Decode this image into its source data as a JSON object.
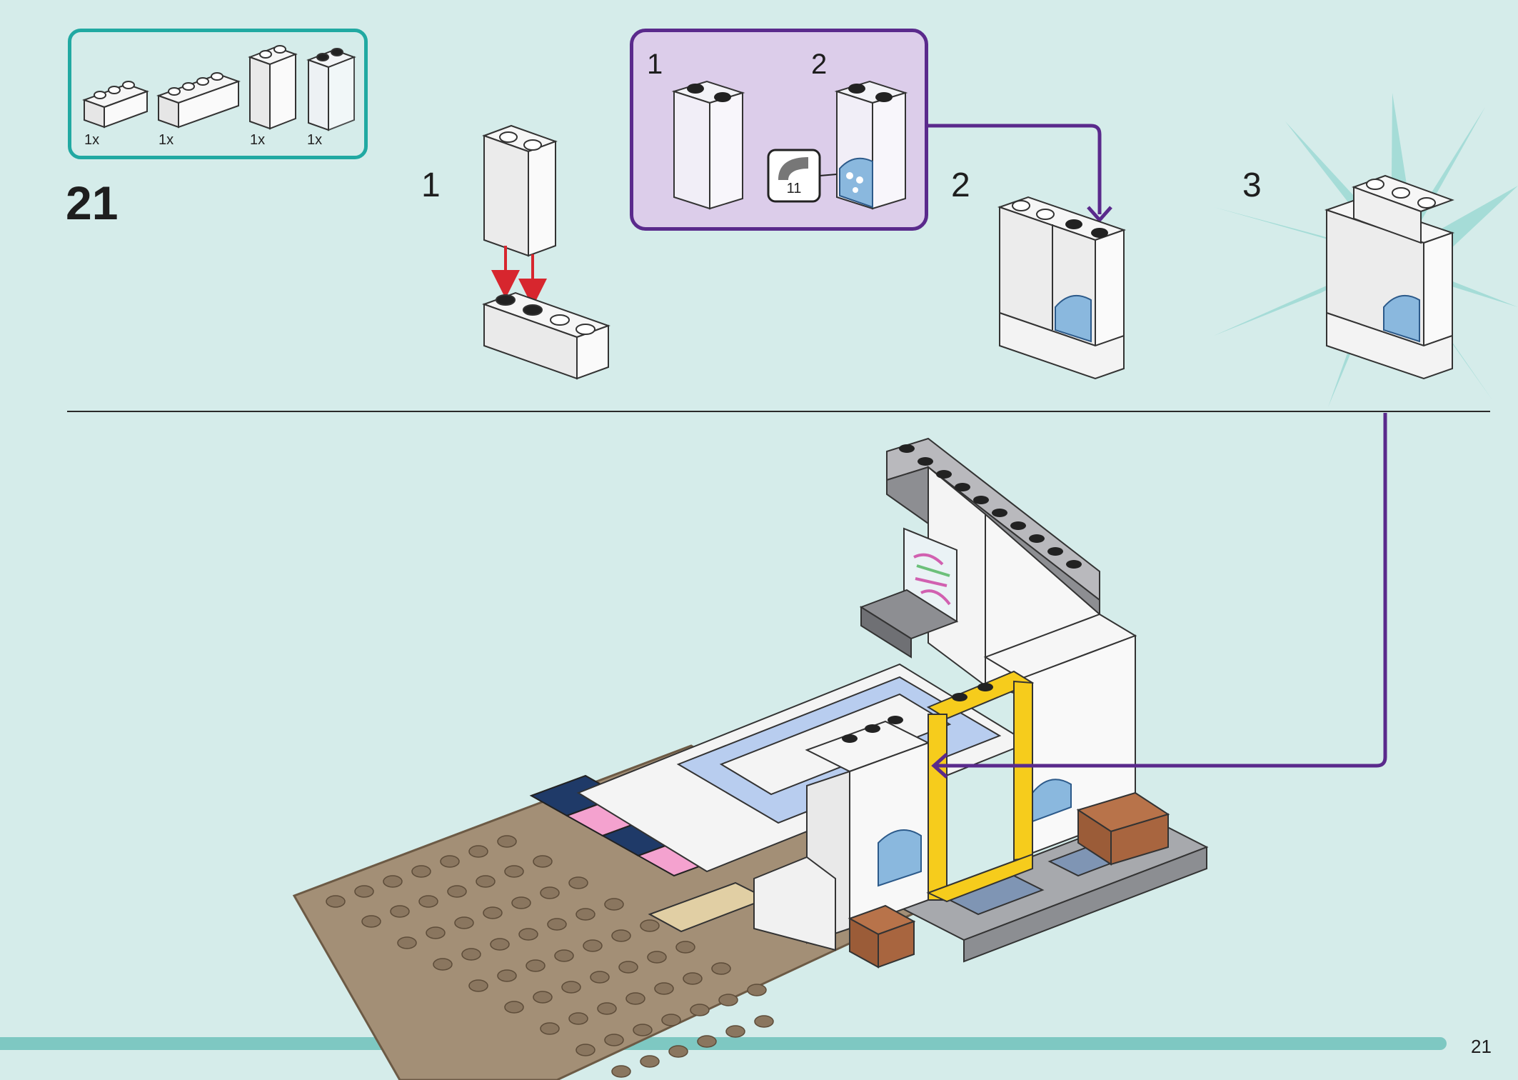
{
  "parts": {
    "items": [
      {
        "qty": "1x",
        "icon": "brick-1x3-white-icon"
      },
      {
        "qty": "1x",
        "icon": "brick-1x4-white-icon"
      },
      {
        "qty": "1x",
        "icon": "brick-1x2x3-white-icon"
      },
      {
        "qty": "1x",
        "icon": "panel-1x2x3-transparent-icon"
      }
    ]
  },
  "step": {
    "number": "21"
  },
  "substeps": {
    "s1": "1",
    "s2": "2",
    "s3": "3"
  },
  "callout": {
    "n1": "1",
    "n2": "2",
    "sticker": "11"
  },
  "page": {
    "number": "21"
  },
  "colors": {
    "background": "#d5ecea",
    "parts_border": "#21a9a2",
    "callout_border": "#5a2a8c",
    "callout_fill": "#dccdea",
    "arrow_red": "#d7262e",
    "arrow_purple": "#5a2a8c",
    "baseplate": "#a38f76",
    "door_yellow": "#f6cc1c"
  }
}
